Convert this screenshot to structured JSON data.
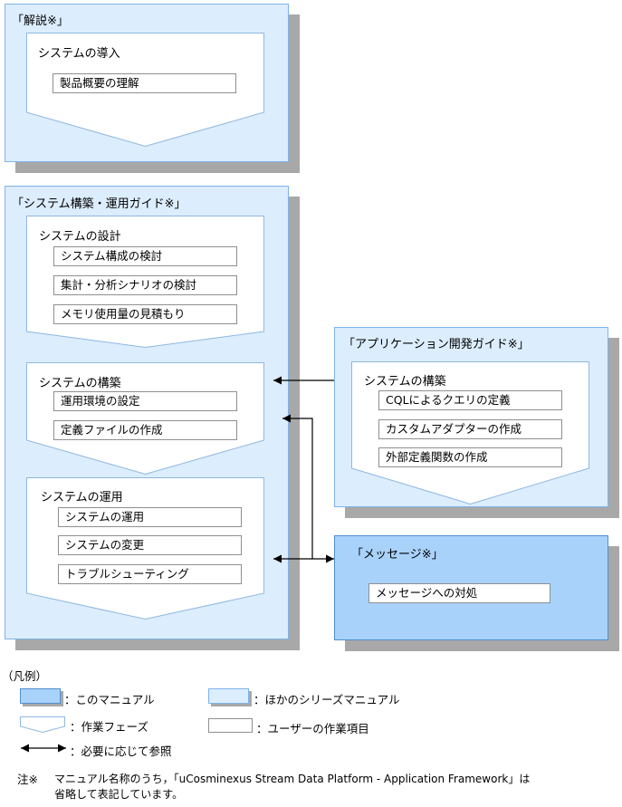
{
  "manuals": {
    "kaisetsu": {
      "title": "「解説※」"
    },
    "kouchiku": {
      "title": "「システム構築・運用ガイド※」"
    },
    "app": {
      "title": "「アプリケーション開発ガイド※」"
    },
    "message": {
      "title": "「メッセージ※」"
    }
  },
  "phases": {
    "dounyu": {
      "title": "システムの導入",
      "tasks": [
        "製品概要の理解"
      ]
    },
    "sekkei": {
      "title": "システムの設計",
      "tasks": [
        "システム構成の検討",
        "集計・分析シナリオの検討",
        "メモリ使用量の見積もり"
      ]
    },
    "kouchiku": {
      "title": "システムの構築",
      "tasks": [
        "運用環境の設定",
        "定義ファイルの作成"
      ]
    },
    "unyou": {
      "title": "システムの運用",
      "tasks": [
        "システムの運用",
        "システムの変更",
        "トラブルシューティング"
      ]
    },
    "app_kouchiku": {
      "title": "システムの構築",
      "tasks": [
        "CQLによるクエリの定義",
        "カスタムアダプターの作成",
        "外部定義関数の作成"
      ]
    }
  },
  "message_task": "メッセージへの対処",
  "legend": {
    "heading": "（凡例）",
    "this_manual": "：このマニュアル",
    "other_manual": "：ほかのシリーズマニュアル",
    "phase": "：作業フェーズ",
    "task": "：ユーザーの作業項目",
    "arrow": "：必要に応じて参照"
  },
  "note": {
    "marker": "注※",
    "line1": "マニュアル名称のうち，「uCosminexus Stream Data Platform - Application Framework」は",
    "line2": "省略して表記しています。"
  },
  "colors": {
    "this_manual": "#a9d2fb",
    "other_manual": "#dcedfd",
    "border": "#7fb4ea",
    "shadow": "#a8a8a8"
  }
}
